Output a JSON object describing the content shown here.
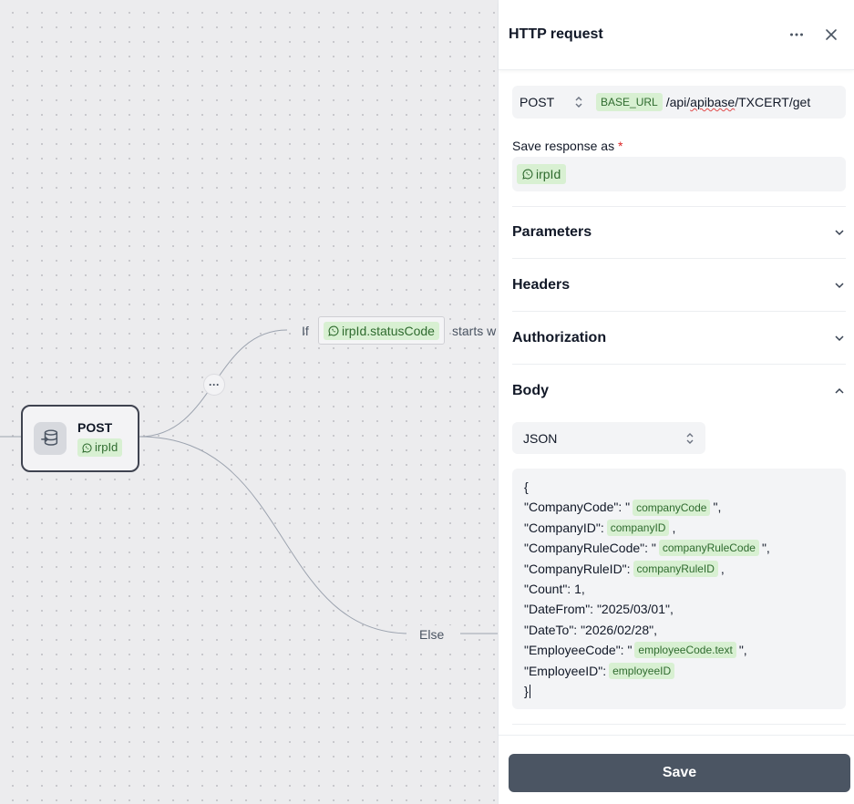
{
  "canvas": {
    "node": {
      "title": "POST",
      "chip": "irpId"
    },
    "ellipsis": "···",
    "branch_if": {
      "label": "If",
      "chip": "irpId.statusCode",
      "operator": "starts w"
    },
    "branch_else": {
      "label": "Else"
    }
  },
  "panel": {
    "title": "HTTP request",
    "request": {
      "method": "POST",
      "base_url_chip": "BASE_URL",
      "path_prefix": "/api/",
      "path_word": "apibase",
      "path_suffix": "/TXCERT/get"
    },
    "save_response": {
      "label": "Save response as",
      "required": "*",
      "value": "irpId"
    },
    "sections": {
      "parameters": "Parameters",
      "headers": "Headers",
      "authorization": "Authorization",
      "body": "Body"
    },
    "body": {
      "format": "JSON",
      "lines": [
        {
          "pre": "{",
          "chip": "",
          "post": ""
        },
        {
          "pre": "\"CompanyCode\": \"",
          "chip": "companyCode",
          "post": "\","
        },
        {
          "pre": "\"CompanyID\":",
          "chip": "companyID",
          "post": ","
        },
        {
          "pre": "\"CompanyRuleCode\": \"",
          "chip": "companyRuleCode",
          "post": "\","
        },
        {
          "pre": "\"CompanyRuleID\":",
          "chip": "companyRuleID",
          "post": ","
        },
        {
          "pre": "\"Count\": 1,",
          "chip": "",
          "post": ""
        },
        {
          "pre": "\"DateFrom\": \"2025/03/01\",",
          "chip": "",
          "post": ""
        },
        {
          "pre": "\"DateTo\": \"2026/02/28\",",
          "chip": "",
          "post": ""
        },
        {
          "pre": "\"EmployeeCode\": \"",
          "chip": "employeeCode.text",
          "post": "\","
        },
        {
          "pre": "\"EmployeeID\":",
          "chip": "employeeID",
          "post": ""
        },
        {
          "pre": "}",
          "chip": "",
          "post": ""
        }
      ]
    },
    "save_button": "Save"
  },
  "icons": {
    "node": "database-icon",
    "chip": "whatsapp-icon",
    "more": "more-horizontal-icon",
    "close": "close-icon",
    "select": "chevron-up-down-icon",
    "expand": "chevron-down-icon",
    "collapse": "chevron-up-icon"
  },
  "colors": {
    "chip_bg": "#d8f0d2",
    "chip_text": "#2f6b2f",
    "save_button_bg": "#4b5563",
    "required": "#dc2626"
  }
}
